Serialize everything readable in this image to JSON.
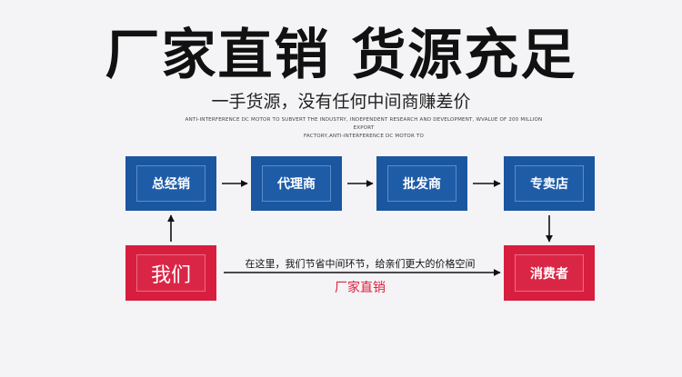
{
  "header": {
    "title": "厂家直销 货源充足",
    "subtitle": "一手货源，没有任何中间商赚差价",
    "english_line_1": "ANTI-INTERFERENCE DC MOTOR TO SUBVERT THE INDUSTRY, INDEPENDENT RESEARCH AND DEVELOPMENT, WVALUE OF 200 MILLION EXPORT",
    "english_line_2": "FACTORY,ANTI-INTERFERENCE DC MOTOR TO"
  },
  "flow": {
    "chain": [
      "总经销",
      "代理商",
      "批发商",
      "专卖店"
    ],
    "me": "我们",
    "consumer": "消费者",
    "note": "在这里，我们节省中间环节，给亲们更大的价格空间",
    "direct_label": "厂家直销"
  },
  "colors": {
    "blue": "#1b56a0",
    "red": "#d81e3f",
    "accent_text": "#e02040"
  }
}
